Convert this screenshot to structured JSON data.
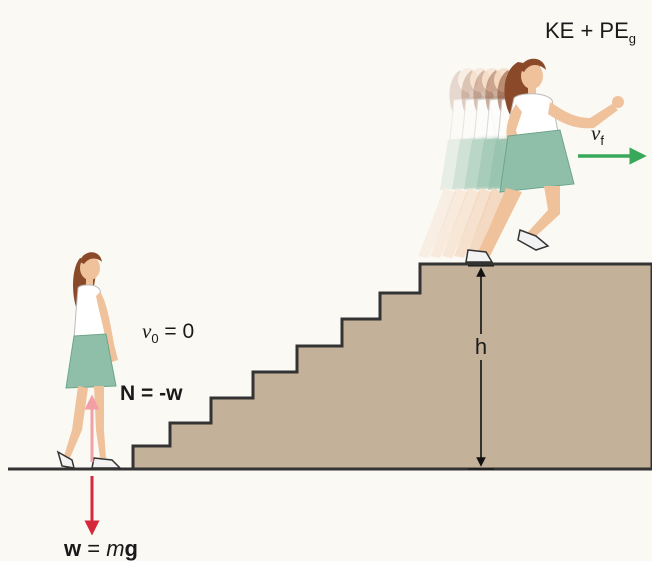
{
  "labels": {
    "energy_sub": "KE + PE",
    "energy_sub_suffix": "g",
    "v0_symbol": "v",
    "v0_sub": "0",
    "v0_rest": " = 0",
    "normal_force": "N = -w",
    "weight_bold": "w",
    "weight_eq": " = ",
    "weight_m": "m",
    "weight_g": "g",
    "vf_symbol": "v",
    "vf_sub": "f",
    "height": "h"
  },
  "colors": {
    "background": "#fbf9f4",
    "stairs_fill": "#c4b19a",
    "outline": "#333333",
    "weight_arrow": "#d6283b",
    "normal_arrow": "#f2a0a6",
    "velocity_arrow": "#3aa85a",
    "skirt": "#8fbfa8",
    "hair": "#8a4a2a",
    "skin": "#f0c29c"
  }
}
